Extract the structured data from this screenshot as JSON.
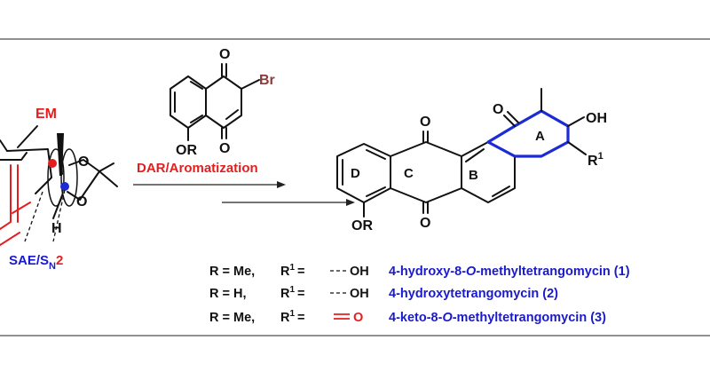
{
  "diagram": {
    "conditions": "DAR/Aromatization",
    "strategy_label": {
      "prefix": "SAE/S",
      "subscript": "N",
      "suffix": "2"
    },
    "em_label": "EM",
    "atoms": {
      "oxygen": "O",
      "bromine": "Br",
      "hydrogen": "H",
      "or_group": "OR",
      "hydroxyl": "OH",
      "r1": "R",
      "r1_sup": "1"
    },
    "ring_labels": [
      "A",
      "B",
      "C",
      "D"
    ]
  },
  "legend": {
    "rows": [
      {
        "r": "R = Me,",
        "r1": "R",
        "r1_sup": "1",
        "eq": "=",
        "substituent": "OH",
        "name_parts": [
          "4-hydroxy-8-",
          "O",
          "-methyltetrangomycin (1)"
        ]
      },
      {
        "r": "R = H,",
        "r1": "R",
        "r1_sup": "1",
        "eq": "=",
        "substituent": "OH",
        "name_parts": [
          "4-hydroxytetrangomycin (2)"
        ]
      },
      {
        "r": "R = Me,",
        "r1": "R",
        "r1_sup": "1",
        "eq": "=",
        "substituent": "O",
        "name_parts": [
          "4-keto-8-",
          "O",
          "-methyltetrangomycin (3)"
        ]
      }
    ]
  },
  "colors": {
    "accent_red": "#e41e1e",
    "accent_blue": "#1c2bd4",
    "text_blue": "#1a1acc",
    "bromine": "#8b3a3a",
    "line": "#111111"
  }
}
